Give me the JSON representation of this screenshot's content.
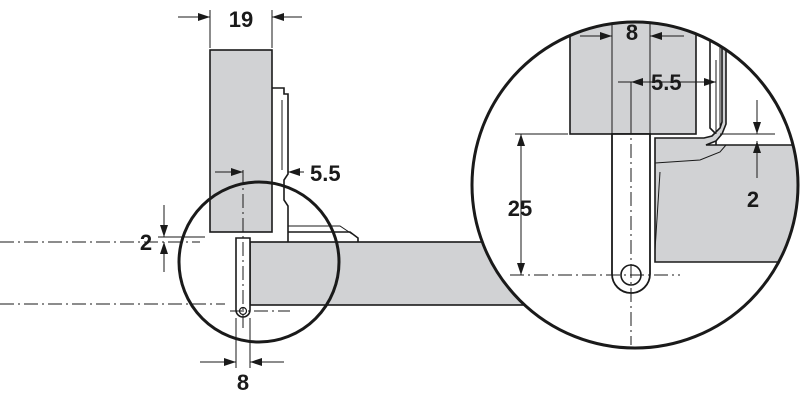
{
  "diagram": {
    "dimensions": {
      "panel_thickness": "19",
      "offset_main": "5.5",
      "gap_main": "2",
      "pin_width_main": "8",
      "pin_width_detail": "8",
      "offset_detail": "5.5",
      "height_detail": "25",
      "gap_detail": "2"
    },
    "colors": {
      "panel_fill": "#d1d2d4",
      "line": "#1a1a1a",
      "background": "#ffffff"
    }
  }
}
